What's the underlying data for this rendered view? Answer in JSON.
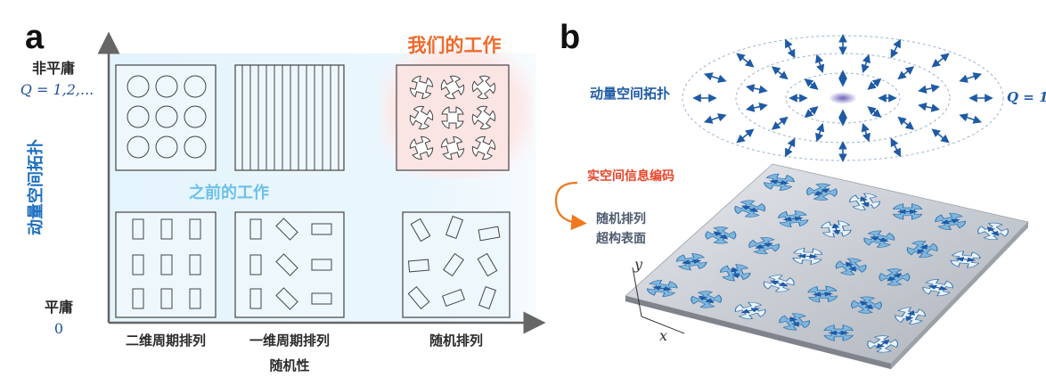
{
  "panel_a": {
    "panel_label": "a",
    "y_axis_title": "动量空间拓扑",
    "y_top_label": "非平庸",
    "y_top_value": "Q = 1,2,...",
    "y_bottom_label": "平庸",
    "y_bottom_value": "0",
    "x_axis_title": "随机性",
    "x_labels": [
      "二维周期排列",
      "一维周期排列",
      "随机排列"
    ],
    "region_previous": "之前的工作",
    "region_ours": "我们的工作",
    "colors": {
      "previous": "#5bb8e6",
      "ours": "#f06a2a",
      "axis": "#555555",
      "text": "#2b2b2b",
      "value": "#1f4f9a"
    }
  },
  "panel_b": {
    "panel_label": "b",
    "momentum_label": "动量空间拓扑",
    "q_label": "Q = 1",
    "realspace_label": "实空间信息编码",
    "surface_label_line1": "随机排列",
    "surface_label_line2": "超构表面",
    "axis_x": "x",
    "axis_y": "y",
    "colors": {
      "blue": "#1e5aa6",
      "red": "#e8452a",
      "arrow": "#f07820",
      "plate": "#c8ccd3"
    }
  }
}
